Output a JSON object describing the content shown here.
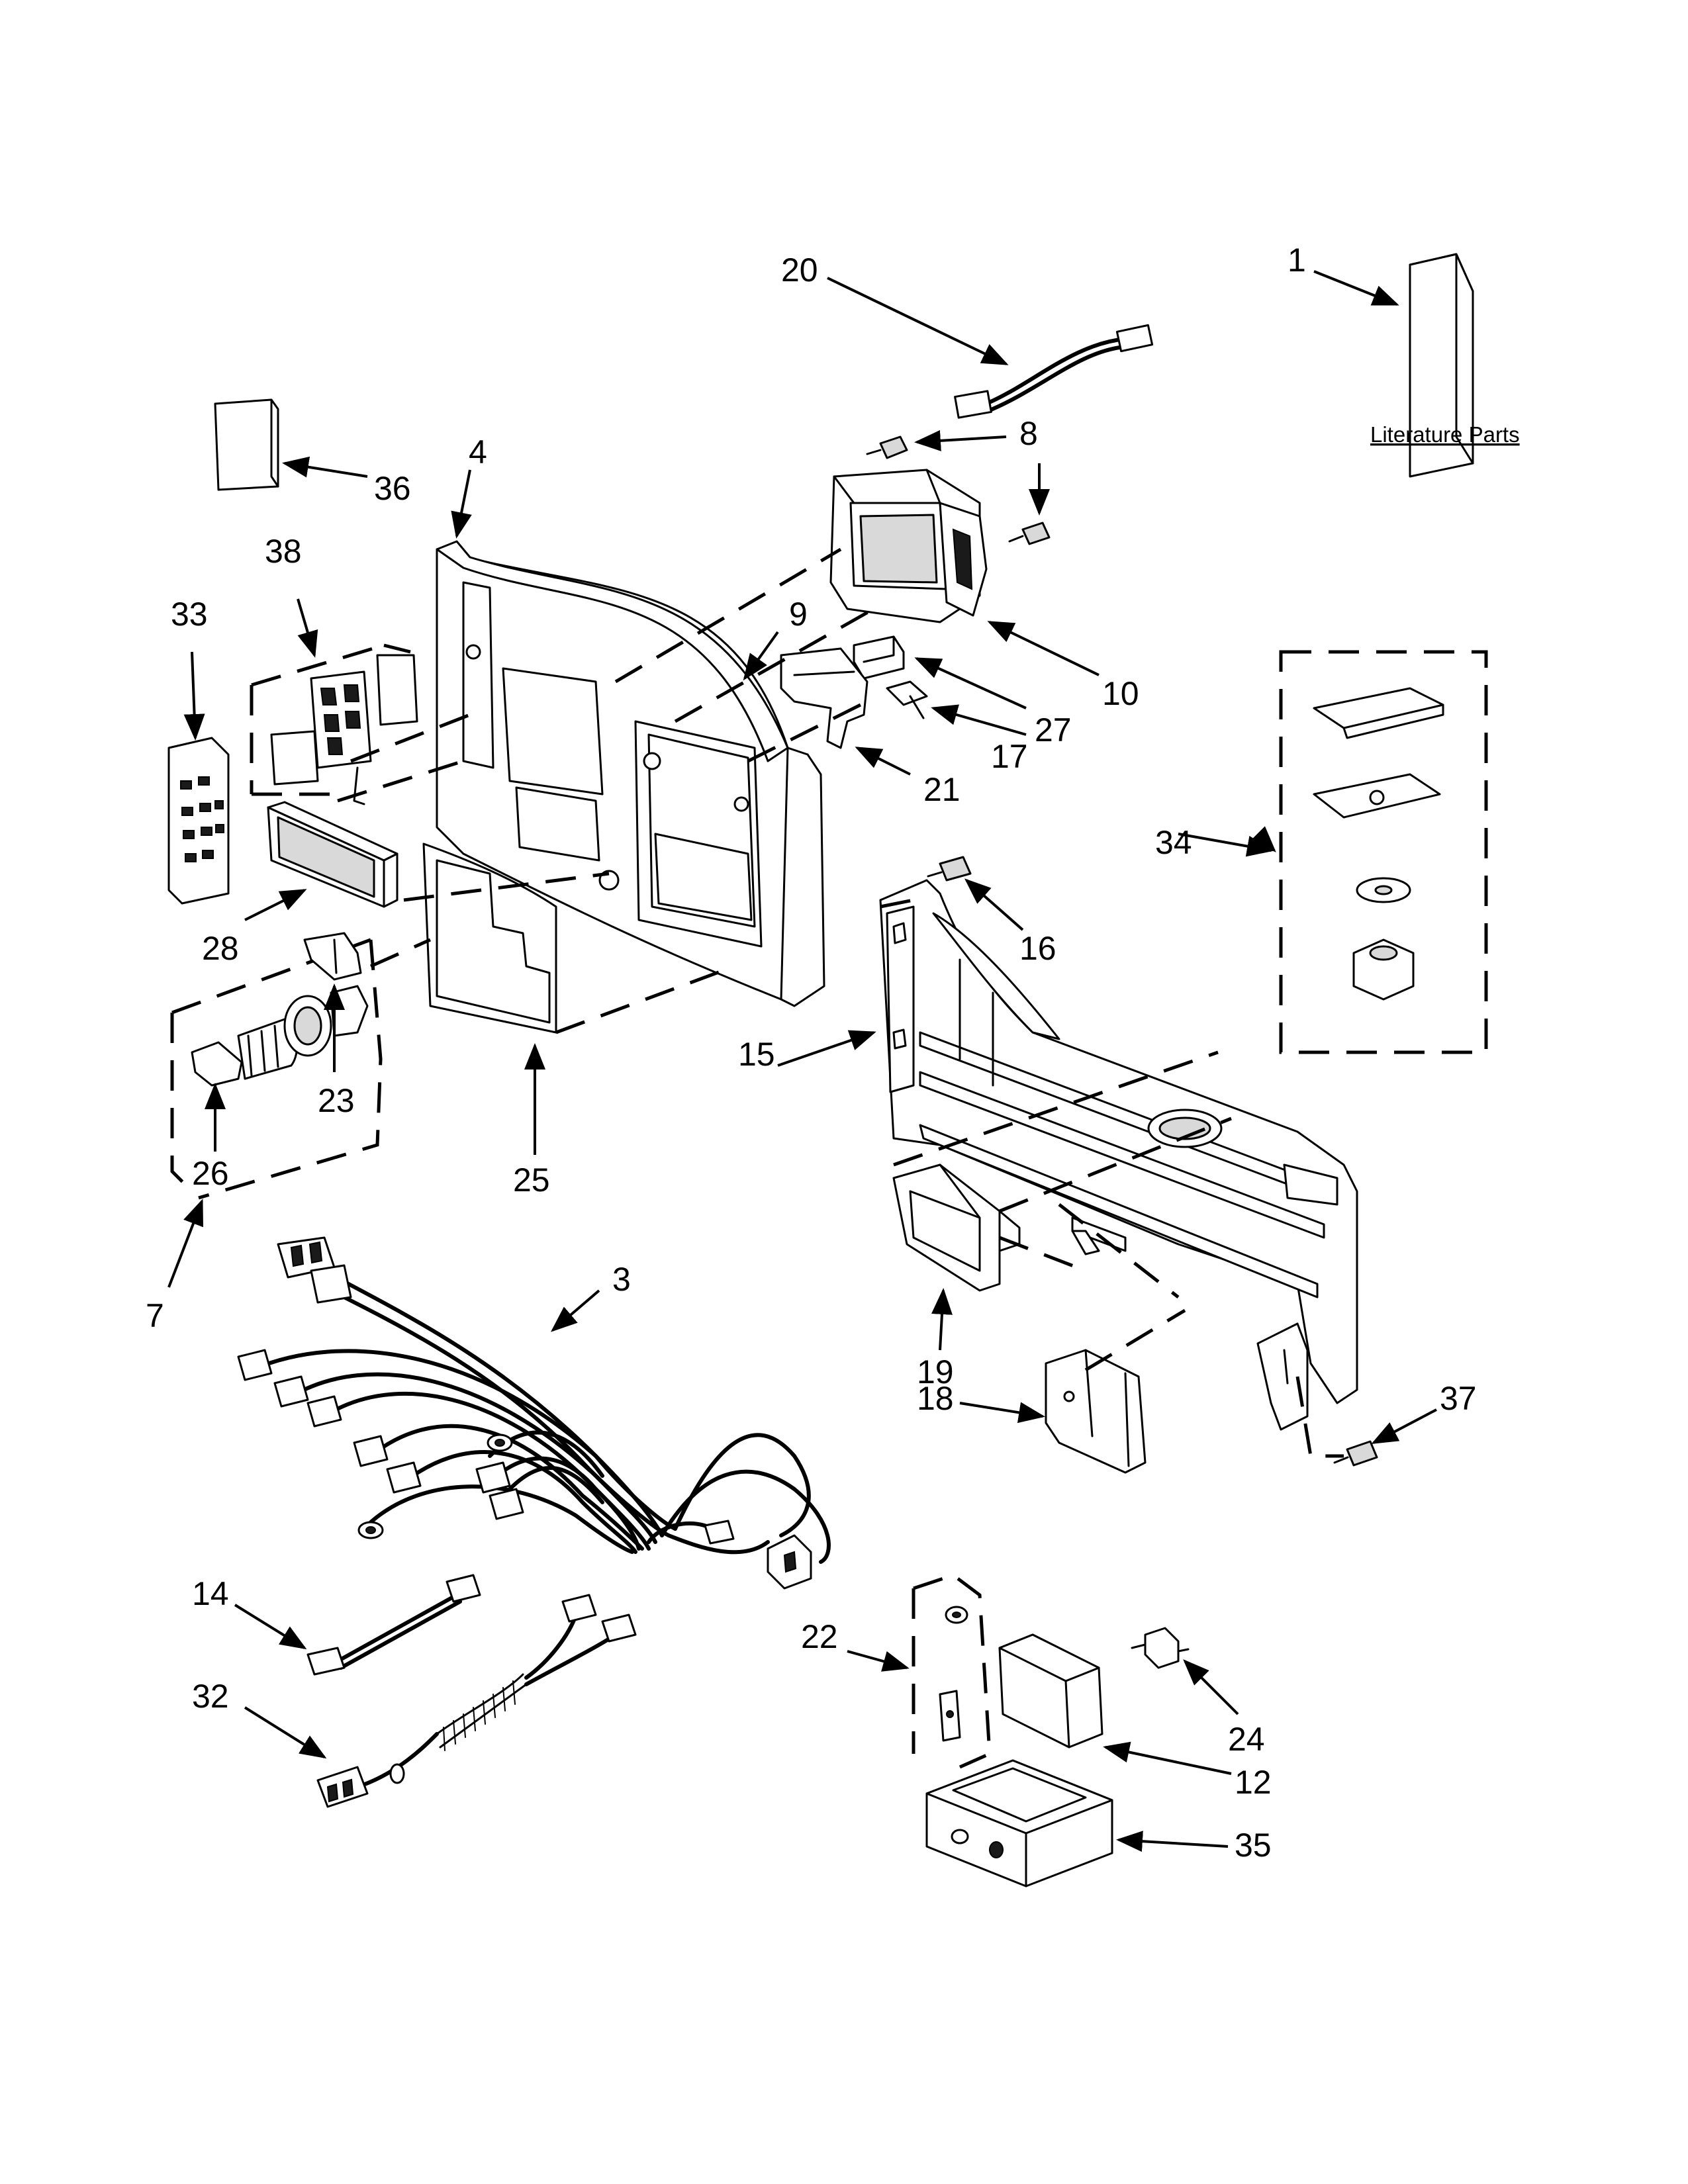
{
  "literature": {
    "label": "Literature Parts"
  },
  "callouts": {
    "c1": "1",
    "c3": "3",
    "c4": "4",
    "c7": "7",
    "c8": "8",
    "c9": "9",
    "c10": "10",
    "c12": "12",
    "c14": "14",
    "c15": "15",
    "c16": "16",
    "c17": "17",
    "c18": "18",
    "c19": "19",
    "c20": "20",
    "c21": "21",
    "c22": "22",
    "c23": "23",
    "c24": "24",
    "c25": "25",
    "c26": "26",
    "c27": "27",
    "c28": "28",
    "c32": "32",
    "c33": "33",
    "c34": "34",
    "c35": "35",
    "c36": "36",
    "c37": "37",
    "c38": "38"
  }
}
